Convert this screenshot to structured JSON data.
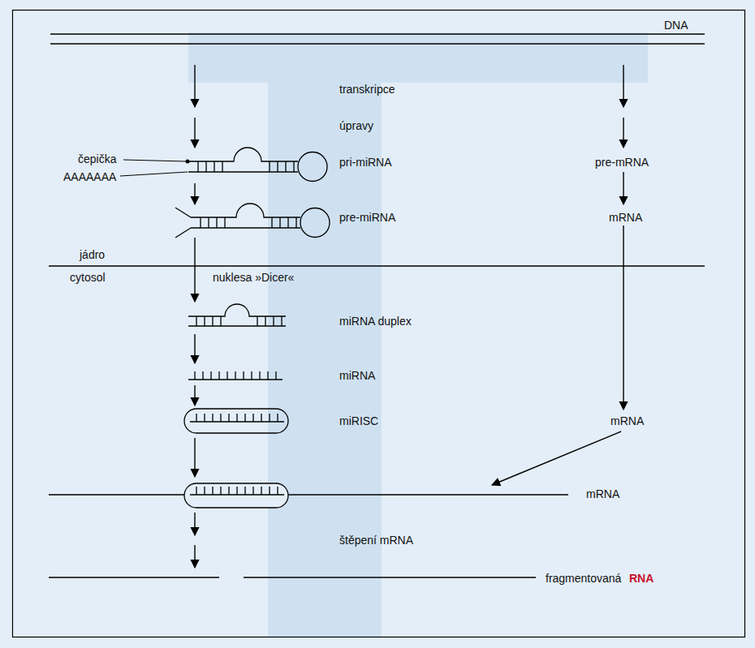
{
  "diagram": {
    "labels": [
      "DNA",
      "transkripce",
      "úpravy",
      "čepička",
      "pri-miRNA",
      "pre-mRNA",
      "AAAAAAA",
      "pre-miRNA",
      "mRNA",
      "jádro",
      "cytosol",
      "nuklesa »Dicer«",
      "miRNA duplex",
      "miRNA",
      "miRISC",
      "mRNA",
      "mRNA",
      "štěpení mRNA",
      "fragmentovaná",
      "RNA"
    ]
  }
}
